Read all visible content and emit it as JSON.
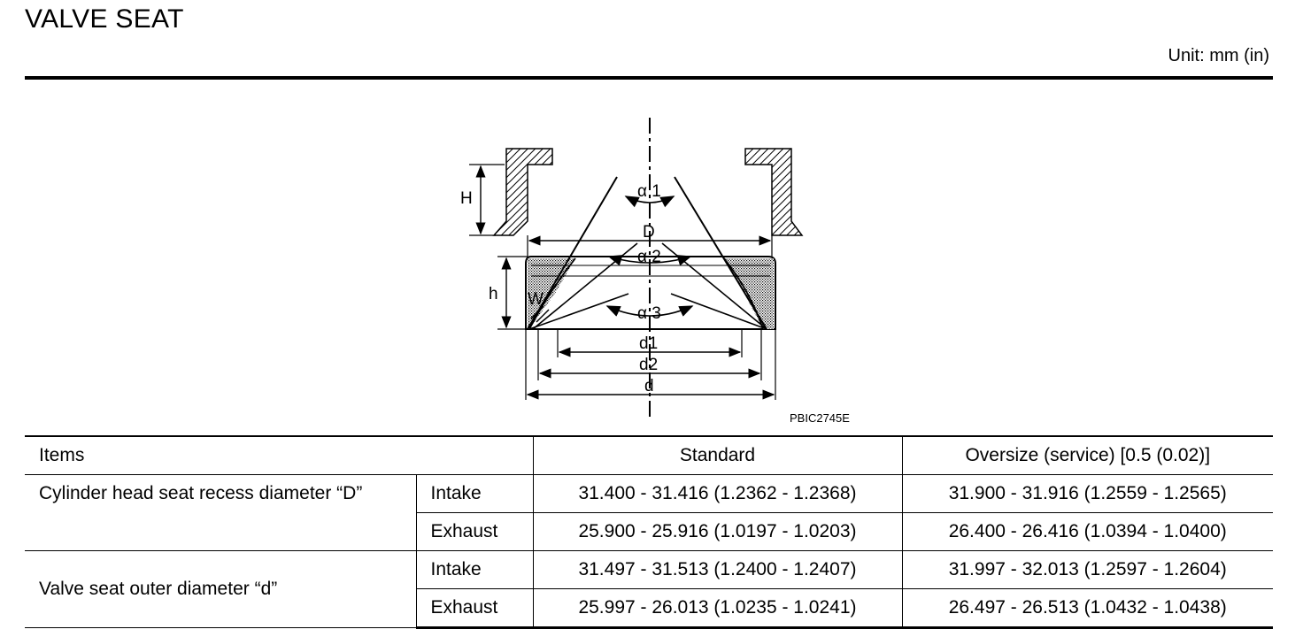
{
  "title": "VALVE SEAT",
  "unit": "Unit: mm (in)",
  "figure": {
    "labels": {
      "H": "H",
      "h": "h",
      "W": "W",
      "D": "D",
      "a1": "α 1",
      "a2": "α 2",
      "a3": "α 3",
      "d1": "d1",
      "d2": "d2",
      "d": "d"
    },
    "code": "PBIC2745E"
  },
  "table": {
    "headers": {
      "items": "Items",
      "standard": "Standard",
      "oversize": "Oversize (service) [0.5 (0.02)]"
    },
    "rows": [
      {
        "item": "Cylinder head seat recess diameter “D”",
        "type": "Intake",
        "standard": "31.400 - 31.416 (1.2362 - 1.2368)",
        "oversize": "31.900 - 31.916 (1.2559 - 1.2565)"
      },
      {
        "item": "",
        "type": "Exhaust",
        "standard": "25.900 - 25.916 (1.0197 - 1.0203)",
        "oversize": "26.400 - 26.416 (1.0394 - 1.0400)"
      },
      {
        "item": "Valve seat outer diameter “d”",
        "type": "Intake",
        "standard": "31.497 - 31.513 (1.2400 - 1.2407)",
        "oversize": "31.997 - 32.013 (1.2597 - 1.2604)"
      },
      {
        "type": "Exhaust",
        "standard": "25.997 - 26.013 (1.0235 - 1.0241)",
        "oversize": "26.497 - 26.513 (1.0432 - 1.0438)"
      }
    ]
  }
}
